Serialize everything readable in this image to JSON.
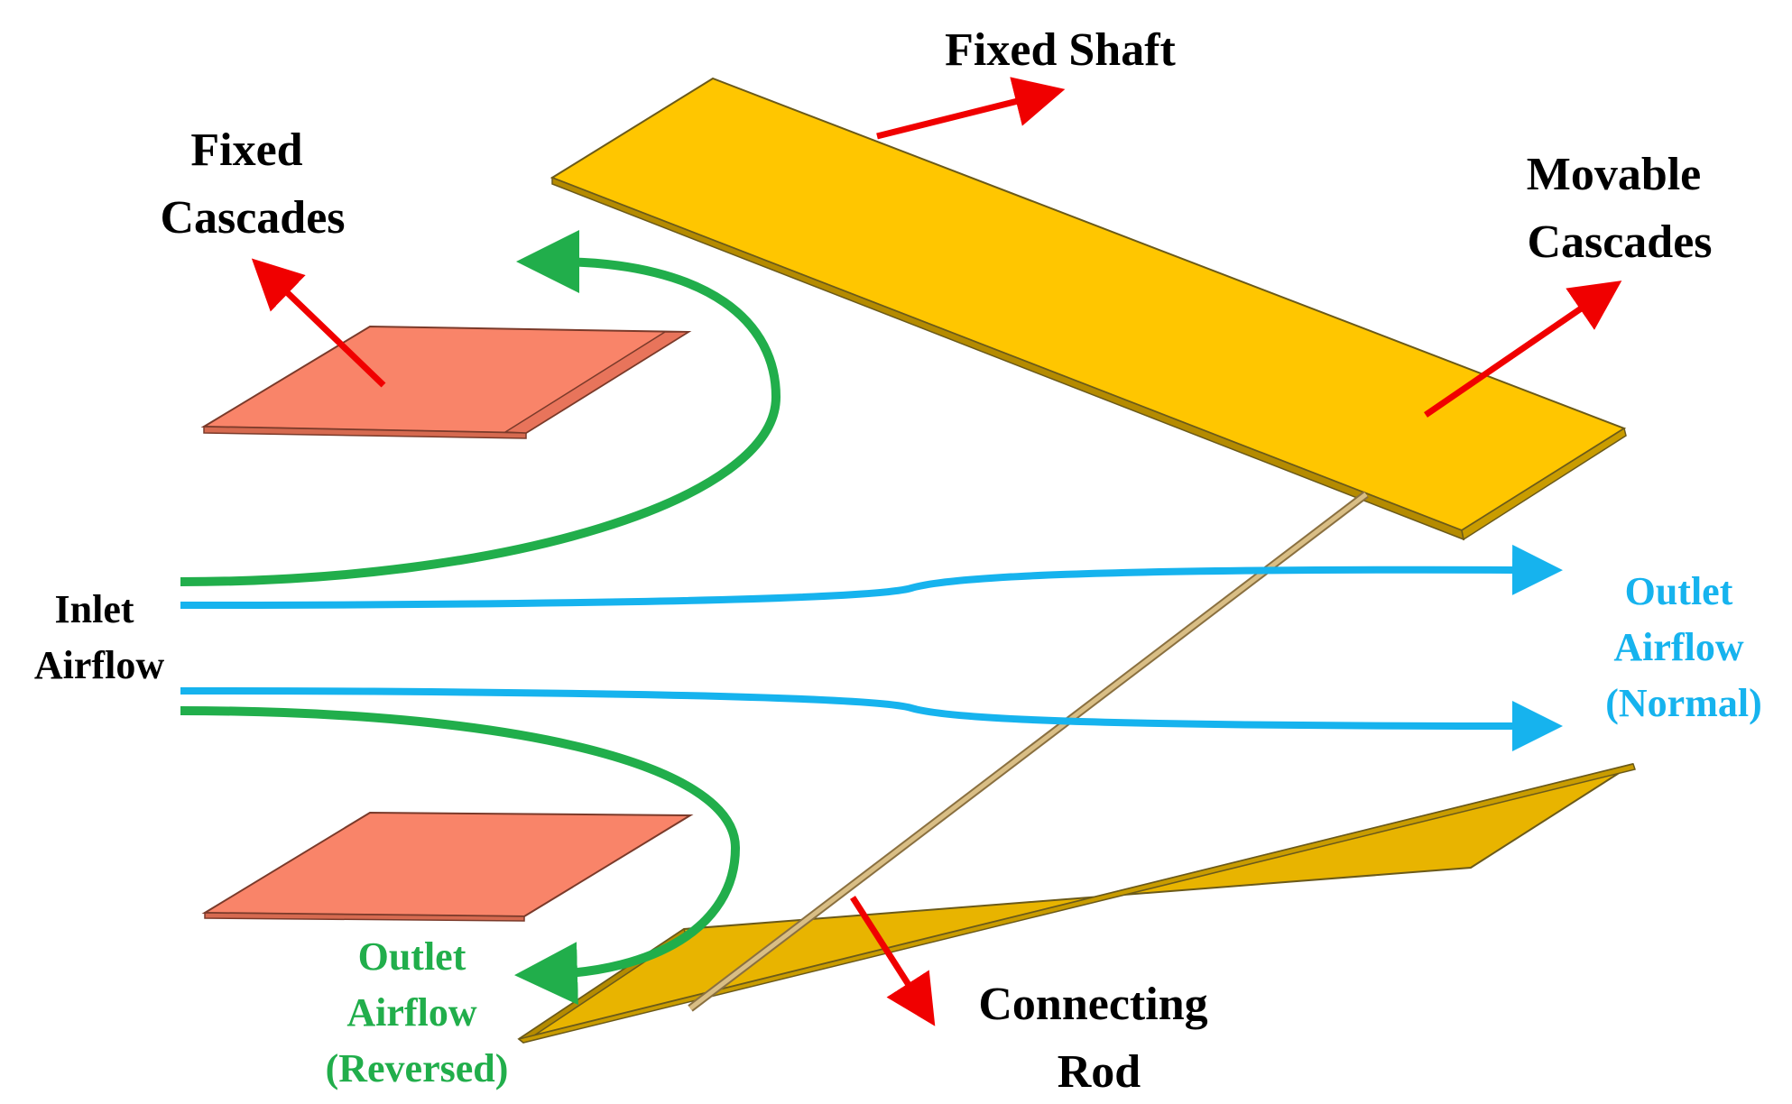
{
  "labels": {
    "fixed_shaft": "Fixed Shaft",
    "fixed_cascades": [
      "Fixed",
      "Cascades"
    ],
    "movable_cascades": [
      "Movable",
      "Cascades"
    ],
    "inlet_airflow": [
      "Inlet",
      "Airflow"
    ],
    "outlet_normal": [
      "Outlet",
      "Airflow",
      "(Normal)"
    ],
    "outlet_reversed": [
      "Outlet",
      "Airflow",
      "(Reversed)"
    ],
    "connecting_rod": [
      "Connecting",
      "Rod"
    ]
  },
  "colors": {
    "movable_cascade_fill": "#FFC600",
    "movable_cascade_lower_fill": "#E8B400",
    "fixed_cascade_fill": "#F98469",
    "pointer_arrow": "#F00000",
    "reversed_flow": "#21AE4B",
    "normal_flow": "#16B3EE",
    "label_text": "#000000",
    "rod": "#C9A56A"
  }
}
